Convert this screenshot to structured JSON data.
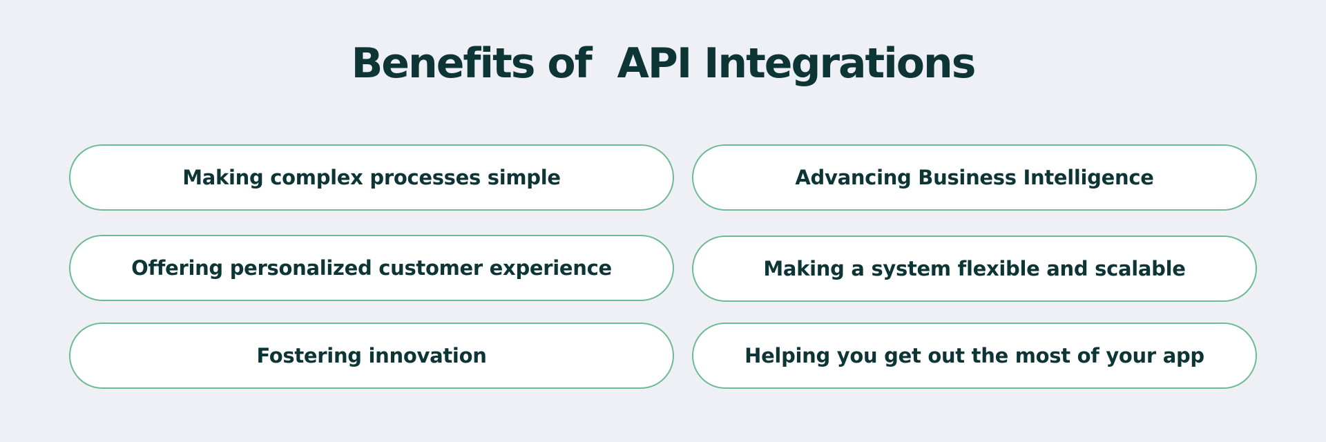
{
  "title": "Benefits of  API Integrations",
  "colors": {
    "background": "#eef0f5",
    "text": "#0d3535",
    "pill_border": "#6dbb95",
    "pill_fill": "#ffffff"
  },
  "benefits": {
    "left": [
      "Making complex processes simple",
      "Offering personalized customer experience",
      "Fostering innovation"
    ],
    "right": [
      "Advancing Business Intelligence",
      "Making a system flexible and scalable",
      "Helping you get out the most of your app"
    ]
  }
}
